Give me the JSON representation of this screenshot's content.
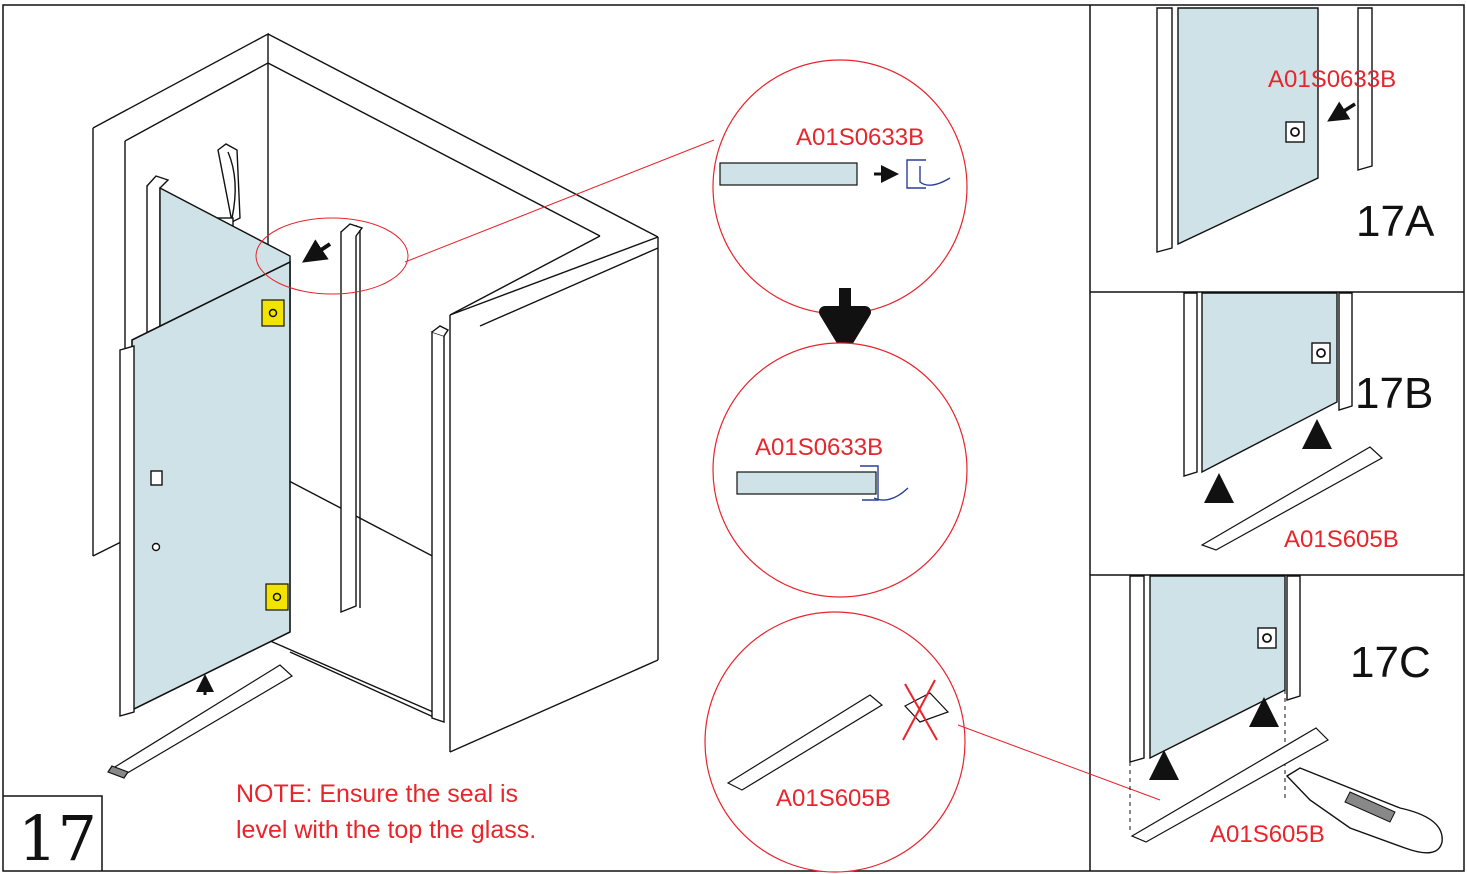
{
  "step_number": "17",
  "note": {
    "line1": "NOTE: Ensure the seal is",
    "line2": "level with the top the glass."
  },
  "callouts": {
    "top_part": "A01S0633B",
    "middle_part": "A01S0633B",
    "bottom_part": "A01S605B"
  },
  "panels": {
    "a": {
      "label": "17A",
      "part": "A01S0633B"
    },
    "b": {
      "label": "17B",
      "part": "A01S605B"
    },
    "c": {
      "label": "17C",
      "part": "A01S605B"
    }
  },
  "colors": {
    "glass": "#cfe2e7",
    "accent_red": "#e8242c",
    "hinge_yellow": "#f2e400",
    "line": "#111111",
    "seal_blue": "#2a3f9a"
  }
}
